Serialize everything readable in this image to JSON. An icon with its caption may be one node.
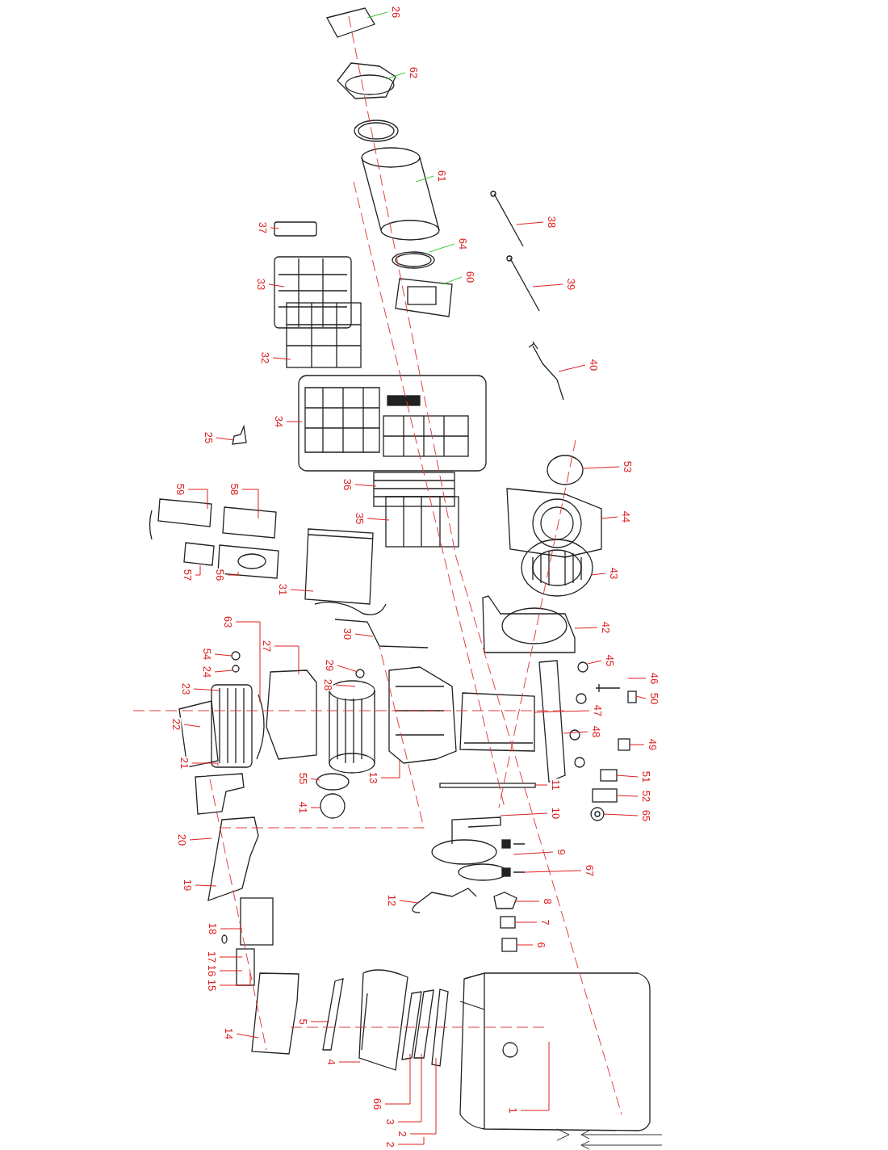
{
  "diagram": {
    "nodes": [
      {
        "text": [
          "26"
        ]
      },
      {
        "text": [
          "62"
        ]
      },
      {
        "text": [
          "61"
        ]
      },
      {
        "text": [
          "38"
        ]
      },
      {
        "text": [
          "37"
        ]
      },
      {
        "text": [
          "64"
        ]
      },
      {
        "text": [
          "60"
        ]
      },
      {
        "text": [
          "39"
        ]
      },
      {
        "text": [
          "33"
        ]
      },
      {
        "text": [
          "32"
        ]
      },
      {
        "text": [
          "40"
        ]
      },
      {
        "text": [
          "34"
        ]
      },
      {
        "text": [
          "25"
        ]
      },
      {
        "text": [
          "53"
        ]
      },
      {
        "text": [
          "36"
        ]
      },
      {
        "text": [
          "59"
        ]
      },
      {
        "text": [
          "58"
        ]
      },
      {
        "text": [
          "35"
        ]
      },
      {
        "text": [
          "44"
        ]
      },
      {
        "text": [
          "43"
        ]
      },
      {
        "text": [
          "57"
        ]
      },
      {
        "text": [
          "56"
        ]
      },
      {
        "text": [
          "31"
        ]
      },
      {
        "text": [
          "42"
        ]
      },
      {
        "text": [
          "30"
        ]
      },
      {
        "text": [
          "63"
        ]
      },
      {
        "text": [
          "27"
        ]
      },
      {
        "text": [
          "54"
        ]
      },
      {
        "text": [
          "24"
        ]
      },
      {
        "text": [
          "29"
        ]
      },
      {
        "text": [
          "28"
        ]
      },
      {
        "text": [
          "23"
        ]
      },
      {
        "text": [
          "45"
        ]
      },
      {
        "text": [
          "46"
        ]
      },
      {
        "text": [
          "22"
        ]
      },
      {
        "text": [
          "47"
        ]
      },
      {
        "text": [
          "50"
        ]
      },
      {
        "text": [
          "48"
        ]
      },
      {
        "text": [
          "49"
        ]
      },
      {
        "text": [
          "21"
        ]
      },
      {
        "text": [
          "13"
        ]
      },
      {
        "text": [
          "51"
        ]
      },
      {
        "text": [
          "11"
        ]
      },
      {
        "text": [
          "55"
        ]
      },
      {
        "text": [
          "52"
        ]
      },
      {
        "text": [
          "65"
        ]
      },
      {
        "text": [
          "41"
        ]
      },
      {
        "text": [
          "10"
        ]
      },
      {
        "text": [
          "20"
        ]
      },
      {
        "text": [
          "9"
        ]
      },
      {
        "text": [
          "67"
        ]
      },
      {
        "text": [
          "19"
        ]
      },
      {
        "text": [
          "12"
        ]
      },
      {
        "text": [
          "8"
        ]
      },
      {
        "text": [
          "7"
        ]
      },
      {
        "text": [
          "18"
        ]
      },
      {
        "text": [
          "6"
        ]
      },
      {
        "text": [
          "17"
        ]
      },
      {
        "text": [
          "16"
        ]
      },
      {
        "text": [
          "15"
        ]
      },
      {
        "text": [
          "14"
        ]
      },
      {
        "text": [
          "5"
        ]
      },
      {
        "text": [
          "4"
        ]
      },
      {
        "text": [
          "66"
        ]
      },
      {
        "text": [
          "3"
        ]
      },
      {
        "text": [
          "2"
        ]
      },
      {
        "text": [
          "2"
        ]
      },
      {
        "text": [
          "1"
        ]
      }
    ],
    "edges": [
      {
        "from": 0,
        "to": null,
        "arrow": "none",
        "color": "#33cc33"
      },
      {
        "from": 1,
        "to": null,
        "arrow": "none",
        "color": "#33cc33"
      },
      {
        "from": 2,
        "to": null,
        "arrow": "none",
        "color": "#33cc33"
      },
      {
        "from": 3,
        "to": null,
        "arrow": "none"
      },
      {
        "from": 4,
        "to": null,
        "arrow": "none"
      },
      {
        "from": 5,
        "to": null,
        "arrow": "none",
        "color": "#33cc33"
      },
      {
        "from": 6,
        "to": null,
        "arrow": "none",
        "color": "#33cc33"
      },
      {
        "from": 7,
        "to": null,
        "arrow": "none"
      },
      {
        "from": 8,
        "to": null,
        "arrow": "none"
      },
      {
        "from": 9,
        "to": null,
        "arrow": "none"
      },
      {
        "from": 10,
        "to": null,
        "arrow": "none"
      },
      {
        "from": 11,
        "to": null,
        "arrow": "none"
      },
      {
        "from": 12,
        "to": null,
        "arrow": "none"
      },
      {
        "from": 13,
        "to": null,
        "arrow": "none"
      },
      {
        "from": 14,
        "to": null,
        "arrow": "none"
      },
      {
        "from": 15,
        "to": null,
        "arrow": "none"
      },
      {
        "from": 16,
        "to": null,
        "arrow": "none"
      },
      {
        "from": 17,
        "to": null,
        "arrow": "none"
      },
      {
        "from": 18,
        "to": null,
        "arrow": "none"
      },
      {
        "from": 19,
        "to": null,
        "arrow": "none"
      },
      {
        "from": 20,
        "to": null,
        "arrow": "none"
      },
      {
        "from": 21,
        "to": null,
        "arrow": "none"
      },
      {
        "from": 22,
        "to": null,
        "arrow": "none"
      },
      {
        "from": 23,
        "to": null,
        "arrow": "none"
      },
      {
        "from": 24,
        "to": null,
        "arrow": "none"
      },
      {
        "from": 25,
        "to": null,
        "arrow": "none"
      },
      {
        "from": 26,
        "to": null,
        "arrow": "none"
      },
      {
        "from": 27,
        "to": null,
        "arrow": "none"
      },
      {
        "from": 28,
        "to": null,
        "arrow": "none"
      },
      {
        "from": 29,
        "to": null,
        "arrow": "none"
      },
      {
        "from": 30,
        "to": null,
        "arrow": "none"
      },
      {
        "from": 31,
        "to": null,
        "arrow": "none"
      },
      {
        "from": 32,
        "to": null,
        "arrow": "none"
      },
      {
        "from": 33,
        "to": null,
        "arrow": "none"
      },
      {
        "from": 34,
        "to": null,
        "arrow": "none"
      },
      {
        "from": 35,
        "to": null,
        "arrow": "none"
      },
      {
        "from": 36,
        "to": null,
        "arrow": "none"
      },
      {
        "from": 37,
        "to": null,
        "arrow": "none"
      },
      {
        "from": 38,
        "to": null,
        "arrow": "none"
      },
      {
        "from": 39,
        "to": null,
        "arrow": "none"
      },
      {
        "from": 40,
        "to": null,
        "arrow": "none"
      },
      {
        "from": 41,
        "to": null,
        "arrow": "none"
      },
      {
        "from": 42,
        "to": null,
        "arrow": "none"
      },
      {
        "from": 43,
        "to": null,
        "arrow": "none"
      },
      {
        "from": 44,
        "to": null,
        "arrow": "none"
      },
      {
        "from": 45,
        "to": null,
        "arrow": "none"
      },
      {
        "from": 46,
        "to": null,
        "arrow": "none"
      },
      {
        "from": 47,
        "to": null,
        "arrow": "none"
      },
      {
        "from": 48,
        "to": null,
        "arrow": "none"
      },
      {
        "from": 49,
        "to": null,
        "arrow": "none"
      },
      {
        "from": 50,
        "to": null,
        "arrow": "none"
      },
      {
        "from": 51,
        "to": null,
        "arrow": "none"
      },
      {
        "from": 52,
        "to": null,
        "arrow": "none"
      },
      {
        "from": 53,
        "to": null,
        "arrow": "none"
      },
      {
        "from": 54,
        "to": null,
        "arrow": "none"
      },
      {
        "from": 55,
        "to": null,
        "arrow": "none"
      },
      {
        "from": 56,
        "to": null,
        "arrow": "none"
      },
      {
        "from": 57,
        "to": null,
        "arrow": "none"
      },
      {
        "from": 58,
        "to": null,
        "arrow": "none"
      },
      {
        "from": 59,
        "to": null,
        "arrow": "none"
      },
      {
        "from": 60,
        "to": null,
        "arrow": "none"
      },
      {
        "from": 61,
        "to": null,
        "arrow": "none"
      },
      {
        "from": 62,
        "to": null,
        "arrow": "none"
      },
      {
        "from": 63,
        "to": null,
        "arrow": "none"
      },
      {
        "from": 64,
        "to": null,
        "arrow": "none"
      },
      {
        "from": 65,
        "to": null,
        "arrow": "none"
      },
      {
        "from": 66,
        "to": null,
        "arrow": "none"
      },
      {
        "from": 67,
        "to": null,
        "arrow": "none"
      }
    ]
  }
}
